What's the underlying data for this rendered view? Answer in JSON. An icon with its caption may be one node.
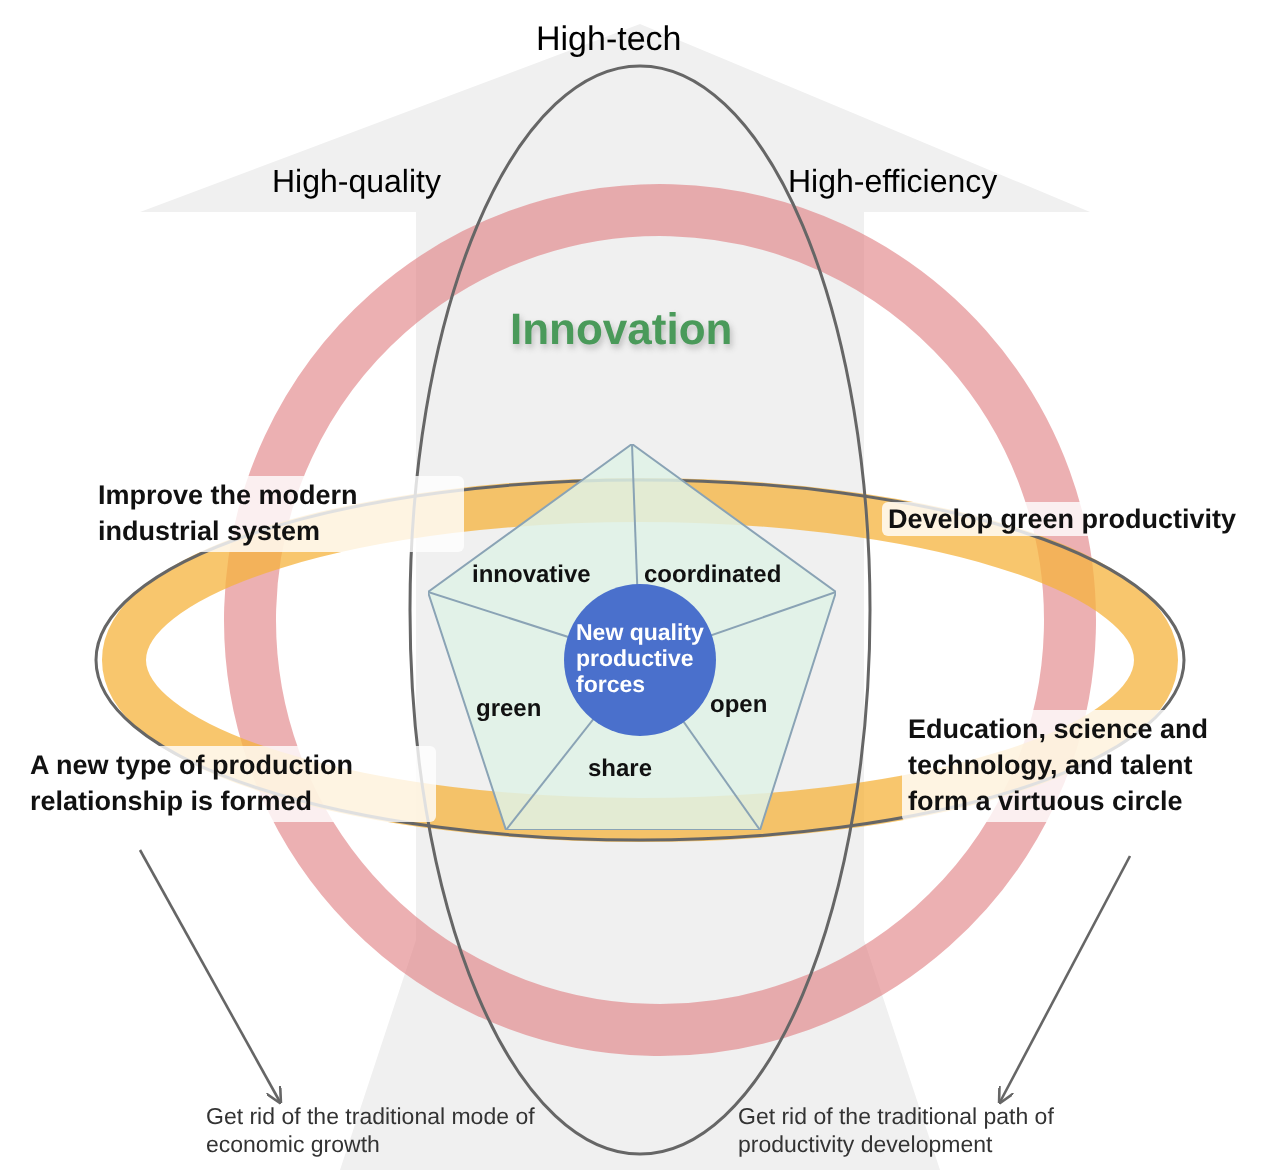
{
  "diagram": {
    "nodes": [
      {
        "text": [
          "innovative",
          "coordinated",
          "green",
          "open",
          "share"
        ]
      },
      {
        "text": [
          "New quality productive forces"
        ],
        "in": 0
      },
      {
        "text": [
          "Get rid of the traditional mode of economic growth"
        ]
      },
      {
        "text": [
          "Get rid of the traditional path of productivity development"
        ]
      }
    ],
    "edges": [
      {
        "from": null,
        "to": 2,
        "arrow": "to"
      },
      {
        "from": null,
        "to": 3,
        "arrow": "to"
      }
    ],
    "labels": [
      "High-tech",
      "High-quality",
      "High-efficiency",
      "Innovation",
      "Improve the modern industrial system",
      "Develop green productivity",
      "A new type of production relationship is formed",
      "Education, science and technology, and talent form a virtuous circle"
    ]
  }
}
